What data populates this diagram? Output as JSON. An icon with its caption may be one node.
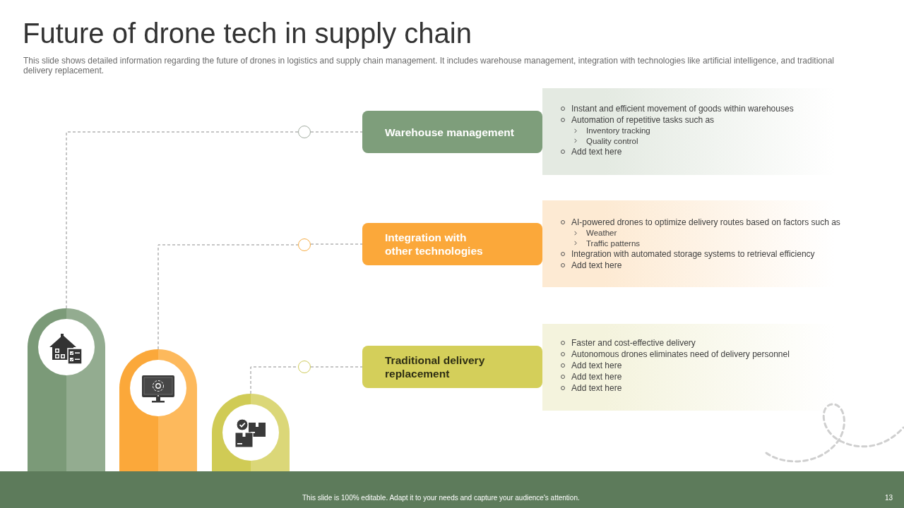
{
  "diagram": {
    "title": "Future of drone tech in supply chain",
    "nodes": [
      {
        "text": [],
        "shape": "circle"
      },
      {
        "text": [
          "Warehouse management"
        ]
      },
      {
        "text": [
          "Instant and efficient movement of goods within warehouses",
          "Automation of repetitive tasks such as",
          "Inventory tracking",
          "Quality control",
          "Add text here"
        ]
      },
      {
        "text": [],
        "shape": "circle"
      },
      {
        "text": [
          "Integration with other technologies"
        ]
      },
      {
        "text": [
          "AI-powered drones to optimize delivery routes based on factors such as",
          "Weather",
          "Traffic patterns",
          "Integration with automated storage systems to retrieval efficiency",
          "Add text here"
        ]
      },
      {
        "text": [],
        "shape": "circle"
      },
      {
        "text": [
          "Traditional delivery replacement"
        ]
      },
      {
        "text": [
          "Faster and cost-effective delivery",
          "Autonomous drones eliminates need of delivery personnel",
          "Add text here",
          "Add text here",
          "Add text here"
        ]
      },
      {
        "text": [],
        "shape": "bar"
      },
      {
        "text": [],
        "shape": "bar"
      },
      {
        "text": [],
        "shape": "bar"
      }
    ],
    "edges": [
      {
        "from": 9,
        "to": 0,
        "arrow": "none",
        "style": "dashed"
      },
      {
        "from": 0,
        "to": 1,
        "arrow": "none",
        "style": "dashed"
      },
      {
        "from": 10,
        "to": 3,
        "arrow": "none",
        "style": "dashed"
      },
      {
        "from": 3,
        "to": 4,
        "arrow": "none",
        "style": "dashed"
      },
      {
        "from": 11,
        "to": 6,
        "arrow": "none",
        "style": "dashed"
      },
      {
        "from": 6,
        "to": 7,
        "arrow": "none",
        "style": "dashed"
      }
    ],
    "labels": [
      "This slide shows detailed information regarding the future of drones in logistics and supply chain management. It includes warehouse management, integration with technologies like artificial intelligence, and traditional delivery replacement.",
      "This slide is 100% editable. Adapt it to your needs and capture your audience's attention.",
      "13"
    ]
  }
}
